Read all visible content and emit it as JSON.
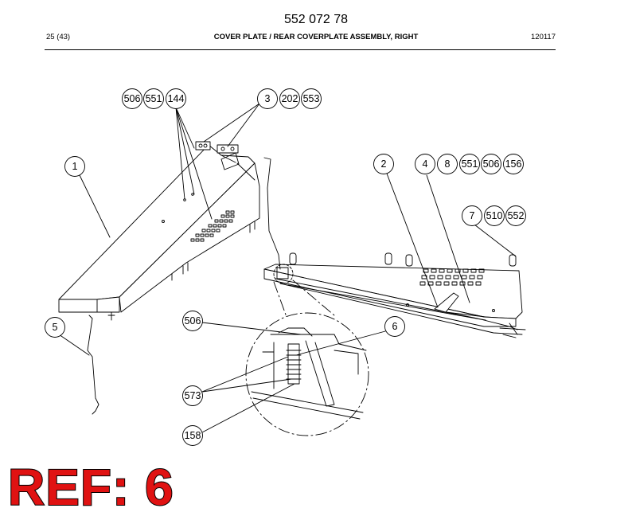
{
  "header": {
    "doc_number": "552 072 78",
    "page": "25 (43)",
    "title": "COVER PLATE / REAR COVERPLATE ASSEMBLY, RIGHT",
    "date_code": "120117"
  },
  "callouts": {
    "c506a": "506",
    "c551a": "551",
    "c144": "144",
    "c3": "3",
    "c202": "202",
    "c553": "553",
    "c1": "1",
    "c2": "2",
    "c4": "4",
    "c8": "8",
    "c551b": "551",
    "c506b": "506",
    "c156": "156",
    "c7": "7",
    "c510": "510",
    "c552": "552",
    "c5": "5",
    "c506c": "506",
    "c6": "6",
    "c573": "573",
    "c158": "158"
  },
  "stamp": {
    "text": "REF: 6",
    "color": "#e01212"
  }
}
